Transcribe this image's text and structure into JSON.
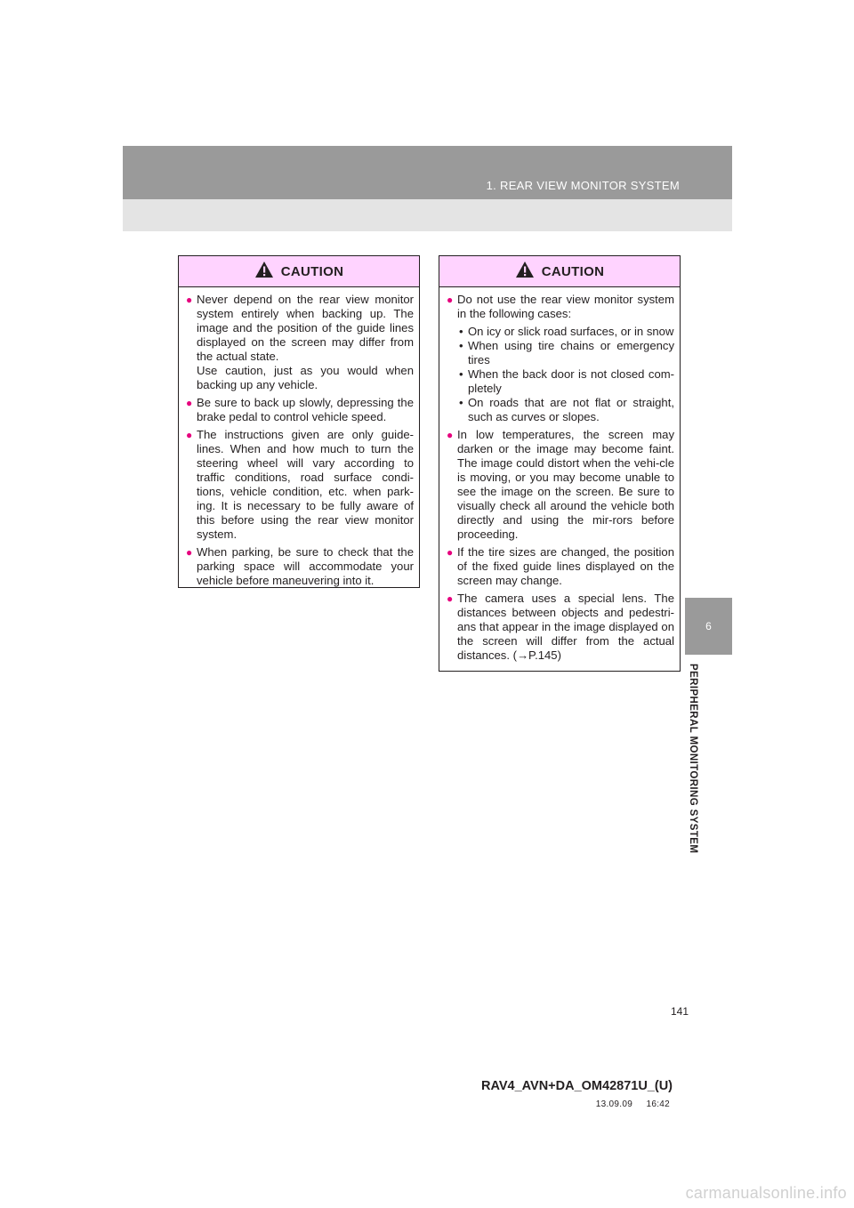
{
  "header": {
    "section_title": "1. REAR VIEW MONITOR SYSTEM"
  },
  "side_tab": {
    "number": "6",
    "label": "PERIPHERAL MONITORING SYSTEM"
  },
  "caution_left": {
    "title": "CAUTION",
    "items": [
      "Never depend on the rear view monitor system entirely when backing up. The image and the position of the guide lines displayed on the screen may differ from the actual state.",
      "Be sure to back up slowly, depressing the brake pedal to control vehicle speed.",
      "The instructions given are only guide-lines. When and how much to turn the steering wheel will vary according to traffic conditions, road surface condi-tions, vehicle condition, etc. when park-ing. It is necessary to be fully aware of this before using the rear view monitor system.",
      "When parking, be sure to check that the parking space will accommodate your vehicle before maneuvering into it."
    ],
    "item1_extra": "Use caution, just as you would when backing up any vehicle."
  },
  "caution_right": {
    "title": "CAUTION",
    "item1_intro": "Do not use the rear view monitor system in the following cases:",
    "item1_sub": [
      "On icy or slick road surfaces, or in snow",
      "When using tire chains or emergency tires",
      "When the back door is not closed com-pletely",
      "On roads that are not flat or straight, such as curves or slopes."
    ],
    "items": [
      "In low temperatures, the screen may darken or the image may become faint. The image could distort when the vehi-cle is moving, or you may become unable to see the image on the screen. Be sure to visually check all around the vehicle both directly and using the mir-rors before proceeding.",
      "If the tire sizes are changed, the position of the fixed guide lines displayed on the screen may change.",
      "The camera uses a special lens. The distances between objects and pedestri-ans that appear in the image displayed on the screen will differ from the actual distances. (→P.145)"
    ]
  },
  "footer": {
    "page_number": "141",
    "doc_code": "RAV4_AVN+DA_OM42871U_(U)",
    "stamp": "13.09.09     16:42",
    "watermark": "carmanualsonline.info"
  },
  "colors": {
    "header_band": "#9a9a9a",
    "header_sub": "#e4e4e4",
    "caution_fill": "#ffd3ff",
    "bullet": "#e6007e"
  }
}
